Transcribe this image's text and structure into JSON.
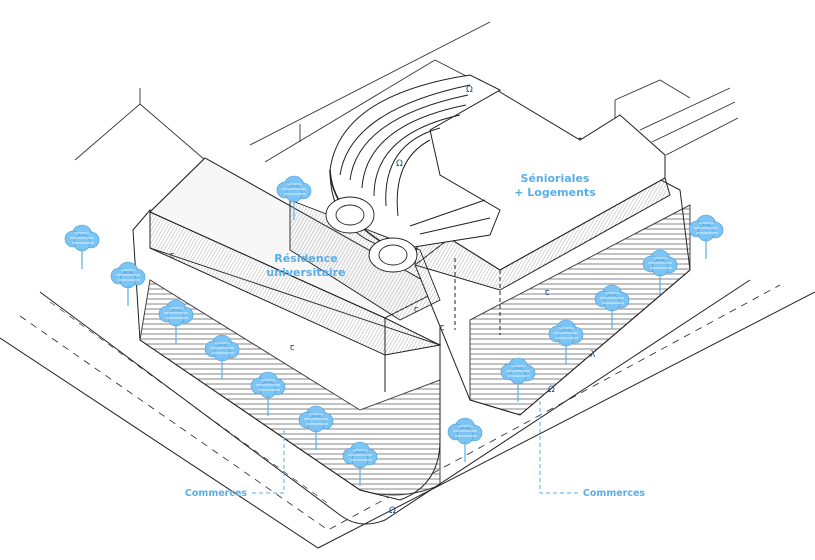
{
  "colors": {
    "accent": "#5aaee8",
    "tree_fill": "#7cc4f4",
    "line": "#222222",
    "hatch": "#9a9a9a"
  },
  "labels": {
    "residence_line1": "Résidence",
    "residence_line2": "universitaire",
    "seniors_line1": "Sénioriales",
    "seniors_line2": "+ Logements",
    "commerces_left": "Commerces",
    "commerces_right": "Commerces"
  },
  "icons": [
    "tree-icon",
    "pedestrian-icon",
    "entrance-icon"
  ]
}
